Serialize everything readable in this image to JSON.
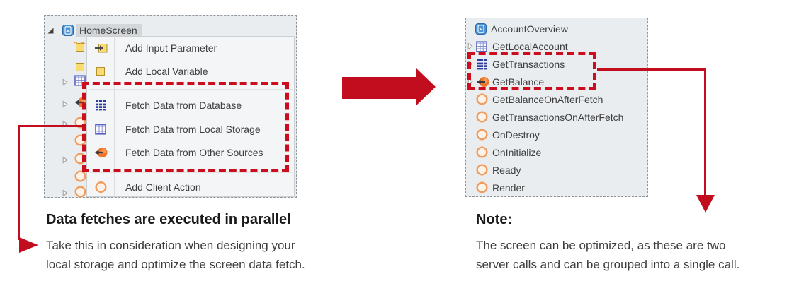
{
  "annotation": {
    "red": "#C20D1E",
    "dashed_red": "#CB0D1E"
  },
  "left_panel": {
    "root_label": "HomeScreen",
    "root_icon": "screen-icon",
    "menu_items": [
      {
        "label": "Add Input Parameter",
        "icon": "input-parameter-icon"
      },
      {
        "label": "Add Local Variable",
        "icon": "local-variable-icon"
      },
      {
        "label": "Fetch Data from Database",
        "icon": "aggregate-icon"
      },
      {
        "label": "Fetch Data from Local Storage",
        "icon": "local-storage-table-icon"
      },
      {
        "label": "Fetch Data from Other Sources",
        "icon": "data-action-icon"
      },
      {
        "label": "Add Client Action",
        "icon": "client-action-icon"
      }
    ]
  },
  "right_panel": {
    "root_label": "AccountOverview",
    "root_icon": "screen-icon",
    "items": [
      {
        "label": "GetLocalAccount",
        "icon": "local-storage-table-icon",
        "expander": true
      },
      {
        "label": "GetTransactions",
        "icon": "aggregate-icon",
        "expander": true
      },
      {
        "label": "GetBalance",
        "icon": "data-action-icon",
        "expander": true
      },
      {
        "label": "GetBalanceOnAfterFetch",
        "icon": "client-action-icon",
        "expander": false
      },
      {
        "label": "GetTransactionsOnAfterFetch",
        "icon": "client-action-icon",
        "expander": false
      },
      {
        "label": "OnDestroy",
        "icon": "client-action-icon",
        "expander": false
      },
      {
        "label": "OnInitialize",
        "icon": "client-action-icon",
        "expander": false
      },
      {
        "label": "Ready",
        "icon": "client-action-icon",
        "expander": false
      },
      {
        "label": "Render",
        "icon": "client-action-icon",
        "expander": false
      }
    ]
  },
  "left_note": {
    "heading": "Data fetches are executed in parallel",
    "line1": "Take this in consideration when designing your",
    "line2": "local storage and optimize the screen data fetch."
  },
  "right_note": {
    "heading": "Note:",
    "line1": "The screen can be optimized, as these are two",
    "line2": "server calls and can be grouped into a single call."
  }
}
